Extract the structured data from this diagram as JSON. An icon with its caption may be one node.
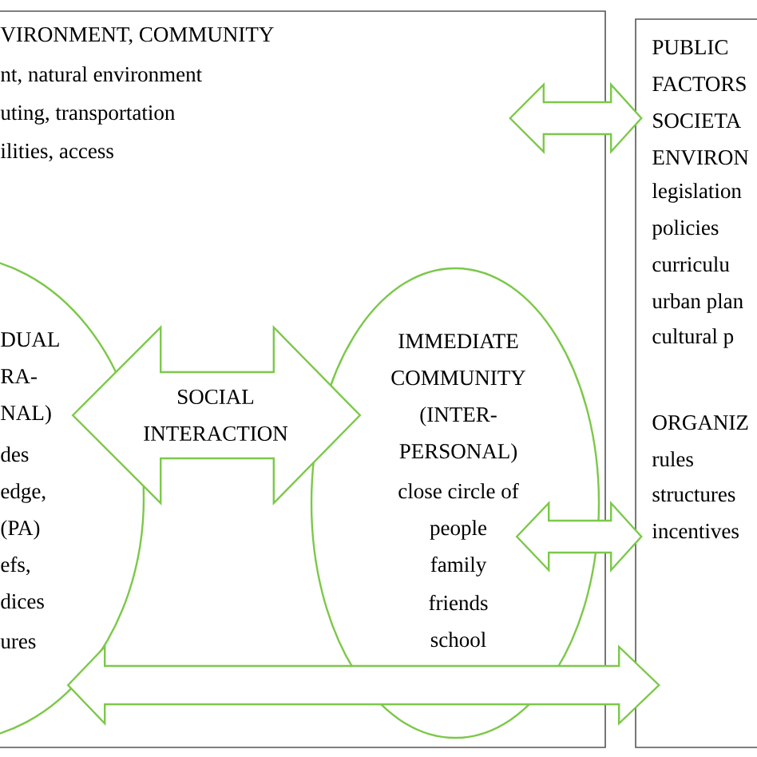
{
  "diagram": {
    "nodes": [
      {
        "text": [
          "VIRONMENT, COMMUNITY",
          "nt, natural environment",
          "uting, transportation",
          "ilities, access"
        ]
      },
      {
        "text": [
          "DUAL RA- NAL)",
          "des",
          "edge, (PA)",
          "efs, dices",
          "ures"
        ],
        "in": 0
      },
      {
        "text": [
          "IMMEDIATE COMMUNITY (INTER- PERSONAL)",
          "close circle of people",
          "family",
          "friends",
          "school"
        ],
        "in": 0
      },
      {
        "text": [
          "PUBLIC FACTORS SOCIETA ENVIRON",
          "legislation",
          "policies",
          "curriculu",
          "urban plan",
          "cultural p",
          "ORGANIZ",
          "rules",
          "structures",
          "incentives"
        ]
      }
    ],
    "edges": [
      {
        "from": 1,
        "to": 2,
        "arrow": "both",
        "label": "SOCIAL INTERACTION"
      },
      {
        "from": 0,
        "to": 3,
        "arrow": "both"
      },
      {
        "from": 2,
        "to": 3,
        "arrow": "both"
      },
      {
        "from": 1,
        "to": 3,
        "arrow": "both"
      }
    ]
  }
}
